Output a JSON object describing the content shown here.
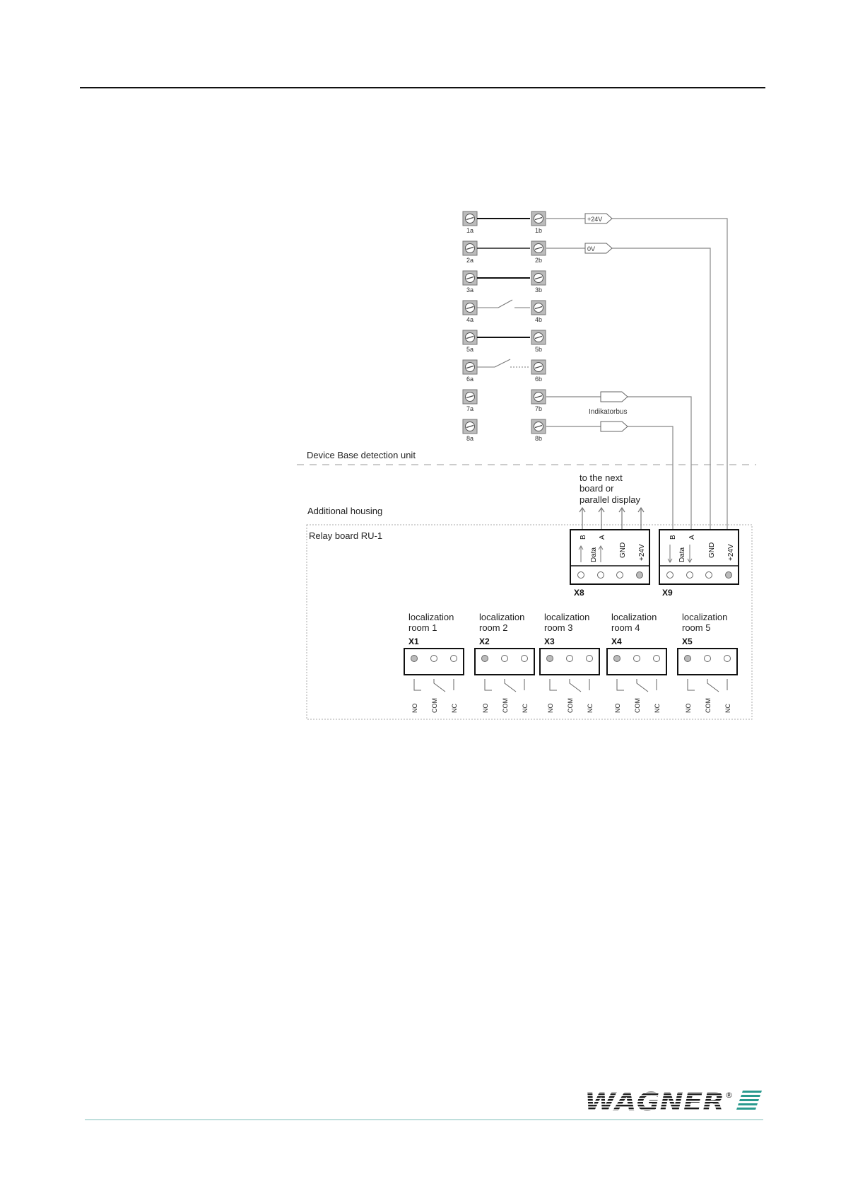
{
  "terminals": [
    {
      "a": "1a",
      "b": "1b"
    },
    {
      "a": "2a",
      "b": "2b"
    },
    {
      "a": "3a",
      "b": "3b"
    },
    {
      "a": "4a",
      "b": "4b"
    },
    {
      "a": "5a",
      "b": "5b"
    },
    {
      "a": "6a",
      "b": "6b"
    },
    {
      "a": "7a",
      "b": "7b"
    },
    {
      "a": "8a",
      "b": "8b"
    }
  ],
  "signals": {
    "plus24v": "+24V",
    "zero_v": "0V",
    "indicator_bus": "Indikatorbus"
  },
  "sections": {
    "device_base": "Device Base detection unit",
    "additional_housing": "Additional housing",
    "relay_board": "Relay board RU-1"
  },
  "next_board": [
    "to the next",
    "board or",
    "parallel display"
  ],
  "connectors": {
    "x8": {
      "name": "X8",
      "pins": [
        "B",
        "A",
        "Data",
        "GND",
        "+24V"
      ]
    },
    "x9": {
      "name": "X9",
      "pins": [
        "B",
        "A",
        "Data",
        "GND",
        "+24V"
      ]
    }
  },
  "rooms": [
    {
      "line1": "localization",
      "line2": "room 1",
      "connector": "X1"
    },
    {
      "line1": "localization",
      "line2": "room 2",
      "connector": "X2"
    },
    {
      "line1": "localization",
      "line2": "room 3",
      "connector": "X3"
    },
    {
      "line1": "localization",
      "line2": "room 4",
      "connector": "X4"
    },
    {
      "line1": "localization",
      "line2": "room 5",
      "connector": "X5"
    }
  ],
  "relay_pins": [
    "NO",
    "COM",
    "NC"
  ],
  "logo": {
    "text": "WAGNER",
    "registered": "®"
  },
  "colors": {
    "accent": "#2a9a8e",
    "line": "#777777",
    "screw_fill": "#bbbbbb"
  }
}
